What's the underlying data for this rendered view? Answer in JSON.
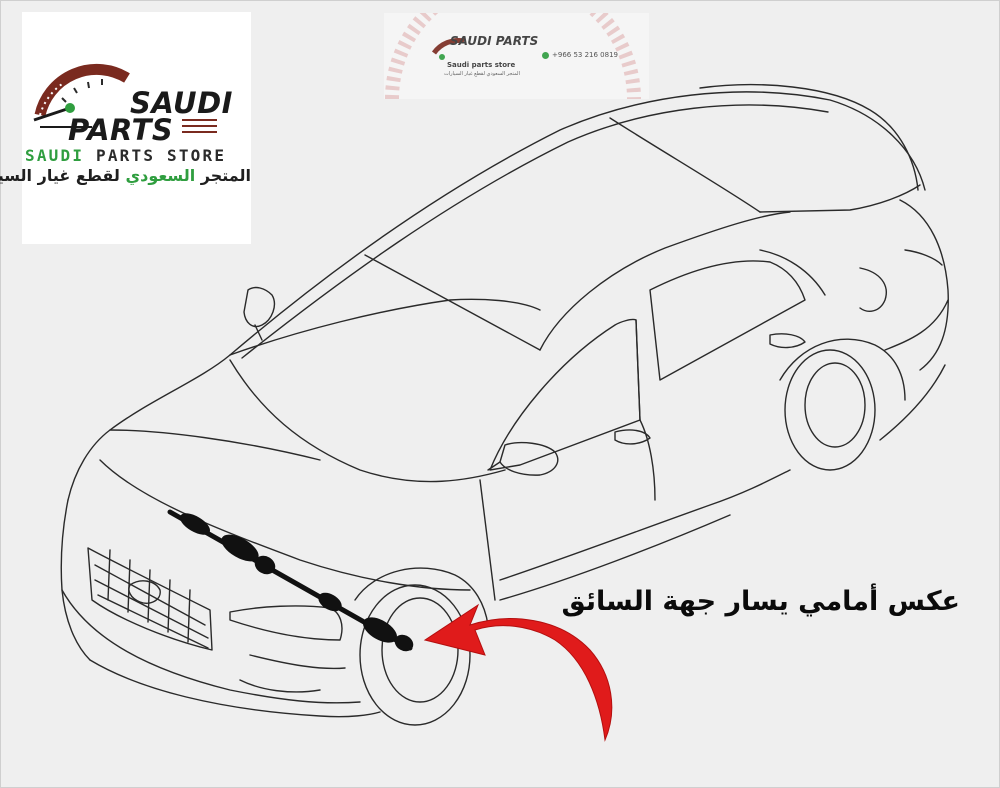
{
  "logo": {
    "brand_line1": "SAUDI",
    "brand_line2": "PARTS",
    "store_word1": "SAUDI",
    "store_rest": " PARTS STORE",
    "tagline_ar_before": "المتجر ",
    "tagline_ar_green": "السعودي",
    "tagline_ar_after": " لقطع غيار السيارات",
    "colors": {
      "dark_red": "#7a2a1f",
      "green": "#2f9e3f",
      "black": "#1a1a1a"
    }
  },
  "watermark": {
    "brand": "SAUDI PARTS",
    "store": "Saudi parts store",
    "tagline_ar": "المتجر السعودي لقطع غيار السيارات",
    "phone": "+966 53 216 0819",
    "icon": "whatsapp-icon"
  },
  "caption": "عكس أمامي يسار جهة السائق",
  "arrow_color": "#e01b1b"
}
